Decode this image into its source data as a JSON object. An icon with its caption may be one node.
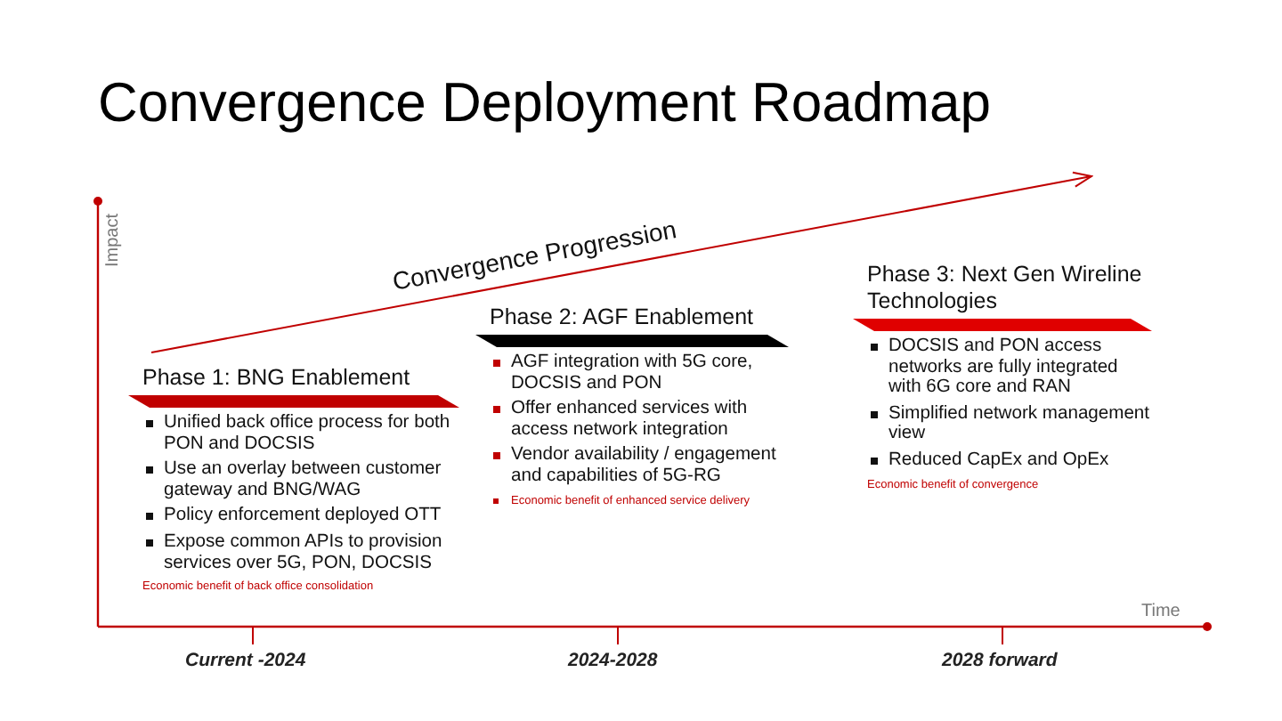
{
  "diagram": {
    "title": "Convergence Deployment Roadmap",
    "nodes": [
      {
        "text": [
          "Phase 1: BNG Enablement",
          "Unified back office process for both PON and DOCSIS",
          "Use an overlay between customer gateway and BNG/WAG",
          "Policy enforcement deployed OTT",
          "Expose common APIs to provision services over 5G, PON, DOCSIS",
          "Economic benefit of back office consolidation"
        ]
      },
      {
        "text": [
          "Phase 2: AGF Enablement",
          "AGF integration with 5G core, DOCSIS and PON",
          "Offer enhanced services with access network integration",
          "Vendor availability / engagement and capabilities of 5G-RG",
          "Economic benefit of enhanced service delivery"
        ]
      },
      {
        "text": [
          "Phase 3: Next Gen Wireline Technologies",
          "DOCSIS and PON access networks are fully integrated with 6G core and RAN",
          "Simplified network management view",
          "Reduced CapEx and OpEx",
          "Economic benefit of convergence"
        ]
      }
    ],
    "labels": [
      "Impact",
      "Convergence Progression",
      "Time",
      "Current -2024",
      "2024-2028",
      "2028 forward"
    ]
  }
}
